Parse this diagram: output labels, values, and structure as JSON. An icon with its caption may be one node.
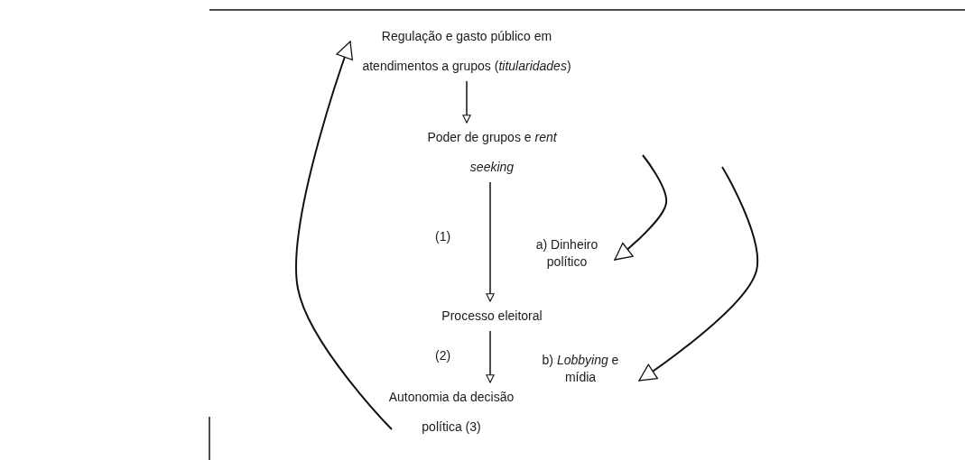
{
  "diagram": {
    "nodes": [
      {
        "text": [
          "Regulação e gasto público em atendimentos a grupos (*titularidades*)"
        ]
      },
      {
        "text": [
          "Poder de grupos e *rent seeking*"
        ]
      },
      {
        "text": [
          "a) Dinheiro político"
        ]
      },
      {
        "text": [
          "Processo eleitoral"
        ]
      },
      {
        "text": [
          "b) *Lobbying* e mídia"
        ]
      },
      {
        "text": [
          "Autonomia da decisão política (3)"
        ]
      }
    ],
    "edges": [
      {
        "from": 0,
        "to": 1,
        "arrow": "to"
      },
      {
        "from": 1,
        "to": 3,
        "arrow": "to"
      },
      {
        "from": 3,
        "to": 5,
        "arrow": "to"
      },
      {
        "from": 5,
        "to": 0,
        "arrow": "to"
      },
      {
        "from": null,
        "to": 2,
        "arrow": "to"
      },
      {
        "from": null,
        "to": 4,
        "arrow": "to"
      }
    ],
    "labels": [
      "(1)",
      "(2)"
    ]
  }
}
